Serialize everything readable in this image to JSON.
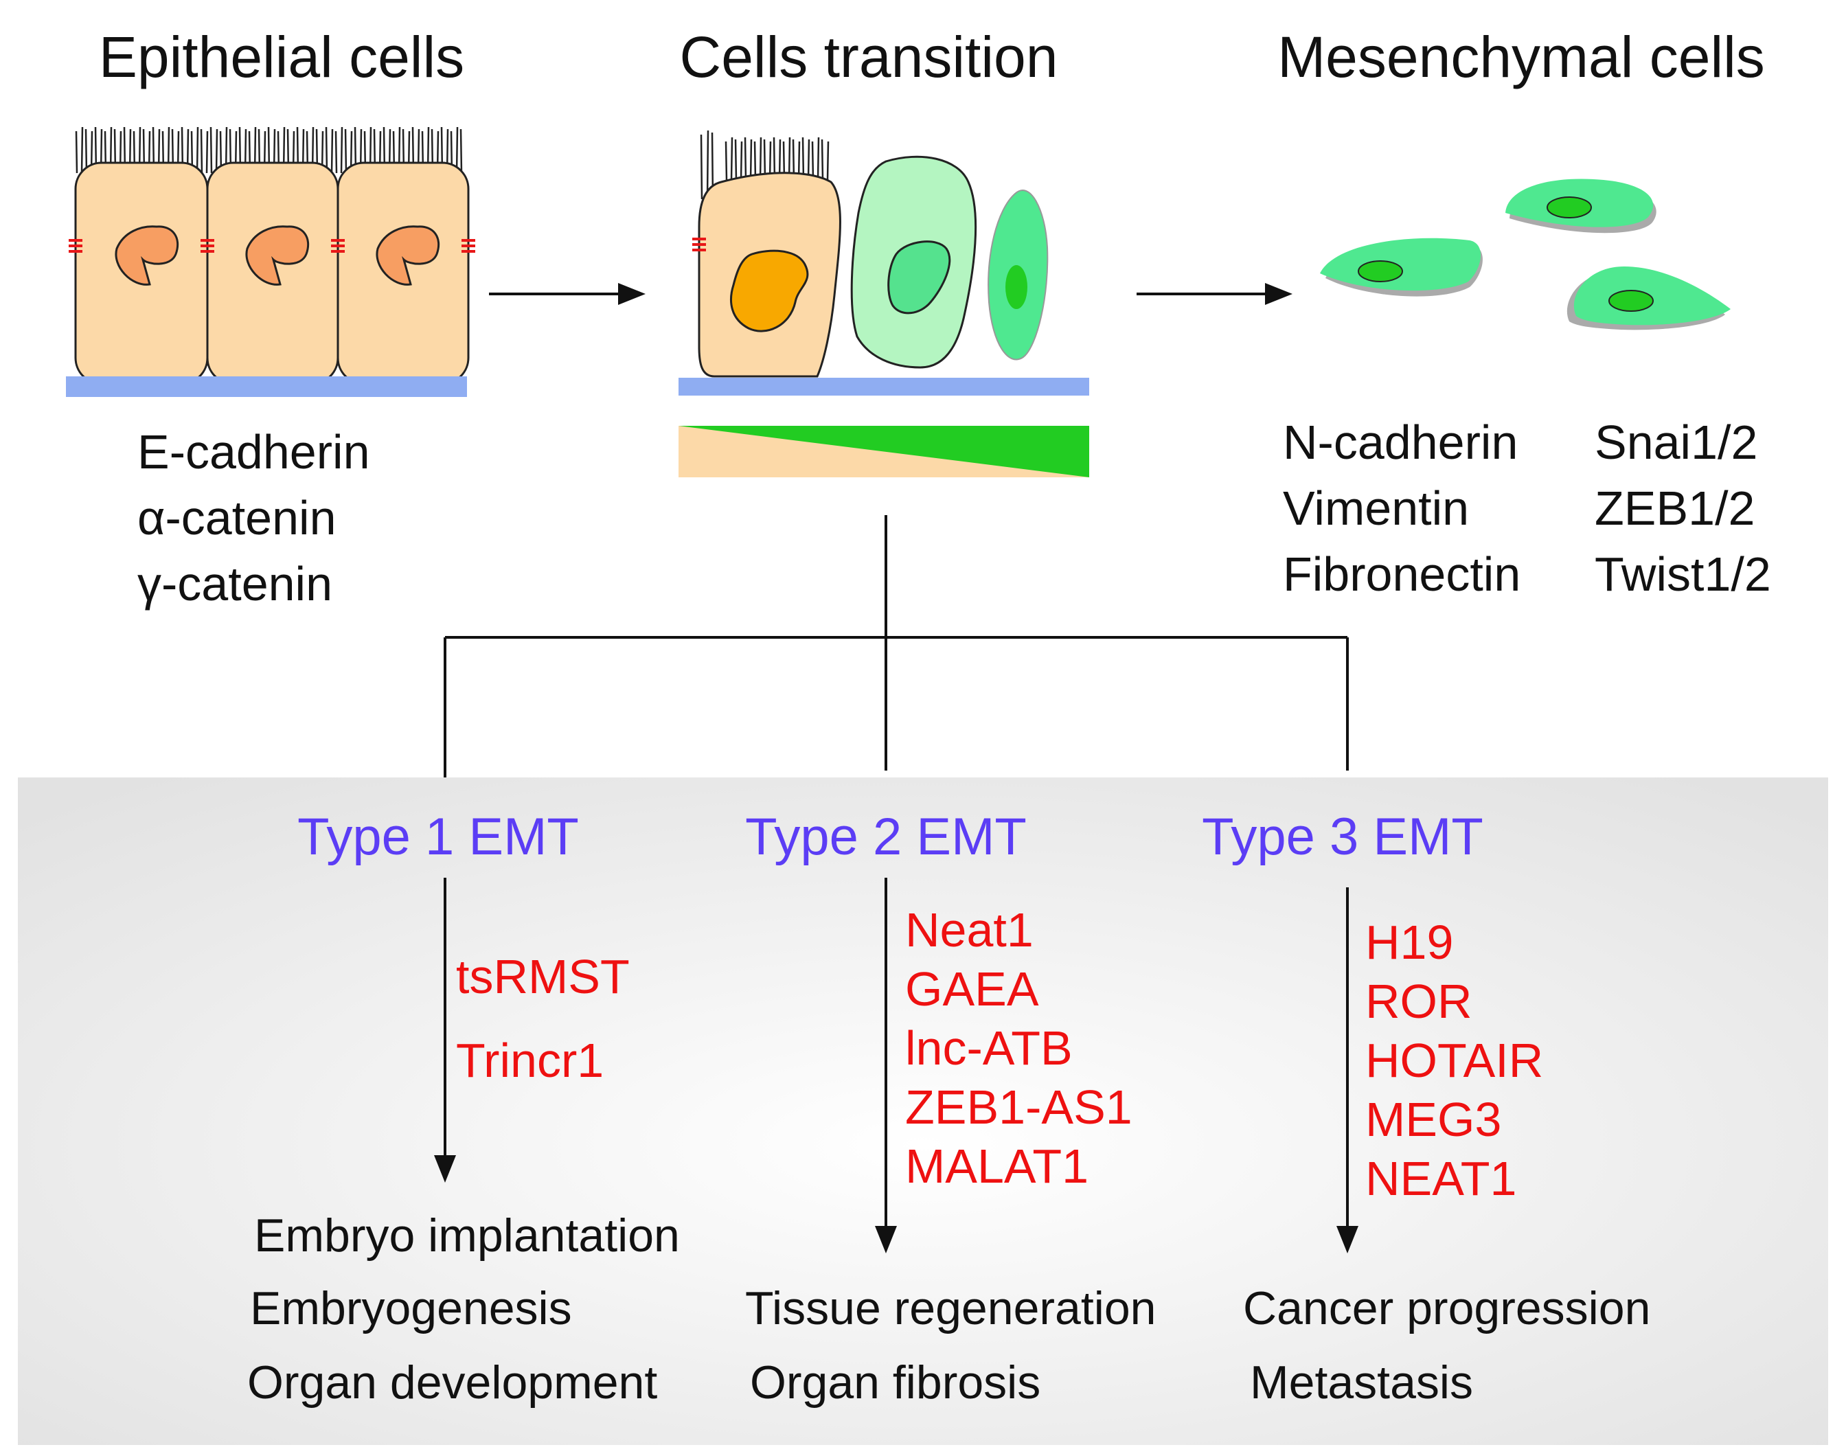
{
  "headings": {
    "epithelial": "Epithelial cells",
    "transition": "Cells transition",
    "mesenchymal": "Mesenchymal cells"
  },
  "epithelial_markers": [
    "E-cadherin",
    "α-catenin",
    "γ-catenin"
  ],
  "mesenchymal_markers": {
    "left": [
      "N-cadherin",
      "Vimentin",
      "Fibronectin"
    ],
    "right": [
      "Snai1/2",
      "ZEB1/2",
      "Twist1/2"
    ]
  },
  "emt_types": [
    {
      "title": "Type 1 EMT",
      "lncrnas": [
        "tsRMST",
        "Trincr1"
      ],
      "outcomes": [
        "Embryo implantation",
        "Embryogenesis",
        "Organ development"
      ]
    },
    {
      "title": "Type 2 EMT",
      "lncrnas": [
        "Neat1",
        "GAEA",
        "lnc-ATB",
        "ZEB1-AS1",
        "MALAT1"
      ],
      "outcomes": [
        "Tissue regeneration",
        "Organ fibrosis"
      ]
    },
    {
      "title": "Type 3 EMT",
      "lncrnas": [
        "H19",
        "ROR",
        "HOTAIR",
        "MEG3",
        "NEAT1"
      ],
      "outcomes": [
        "Cancer progression",
        "Metastasis"
      ]
    }
  ],
  "colors": {
    "epithelial_cell": "#fcd9a8",
    "epithelial_nucleus": "#f79e62",
    "transition_nucleus": "#f8a800",
    "mesenchymal_cell": "#4fe890",
    "mesenchymal_nucleus": "#22cc22",
    "basement_membrane": "#8fadf2",
    "type_title": "#5b3df5",
    "lncrna": "#ee1111",
    "panel_background": "#e6e6e6"
  }
}
